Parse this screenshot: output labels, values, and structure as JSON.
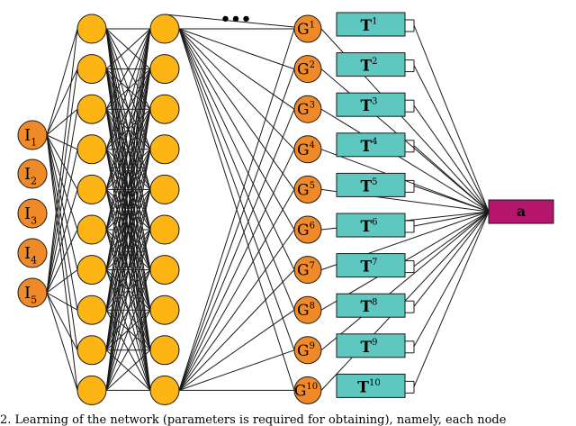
{
  "diagram": {
    "ellipsis": "•••",
    "input_nodes": [
      {
        "base": "I",
        "sub": "1"
      },
      {
        "base": "I",
        "sub": "2"
      },
      {
        "base": "I",
        "sub": "3"
      },
      {
        "base": "I",
        "sub": "4"
      },
      {
        "base": "I",
        "sub": "5"
      }
    ],
    "hidden_layer_count": 2,
    "hidden_nodes_per_layer": 10,
    "g_nodes": [
      {
        "base": "G",
        "sup": "1"
      },
      {
        "base": "G",
        "sup": "2"
      },
      {
        "base": "G",
        "sup": "3"
      },
      {
        "base": "G",
        "sup": "4"
      },
      {
        "base": "G",
        "sup": "5"
      },
      {
        "base": "G",
        "sup": "6"
      },
      {
        "base": "G",
        "sup": "7"
      },
      {
        "base": "G",
        "sup": "8"
      },
      {
        "base": "G",
        "sup": "9"
      },
      {
        "base": "G",
        "sup": "10"
      }
    ],
    "t_boxes": [
      {
        "base": "T",
        "sup": "1"
      },
      {
        "base": "T",
        "sup": "2"
      },
      {
        "base": "T",
        "sup": "3"
      },
      {
        "base": "T",
        "sup": "4"
      },
      {
        "base": "T",
        "sup": "5"
      },
      {
        "base": "T",
        "sup": "6"
      },
      {
        "base": "T",
        "sup": "7"
      },
      {
        "base": "T",
        "sup": "8"
      },
      {
        "base": "T",
        "sup": "9"
      },
      {
        "base": "T",
        "sup": "10"
      }
    ],
    "output_label": "a",
    "colors": {
      "input_fill": "#f08a28",
      "hidden_fill": "#fdb515",
      "g_fill": "#f08a28",
      "t_fill": "#5ec7c0",
      "output_fill": "#b5166b",
      "stroke": "#1a1a1a"
    }
  },
  "caption": "2. Learning of the network (parameters is required for obtaining), namely, each node"
}
